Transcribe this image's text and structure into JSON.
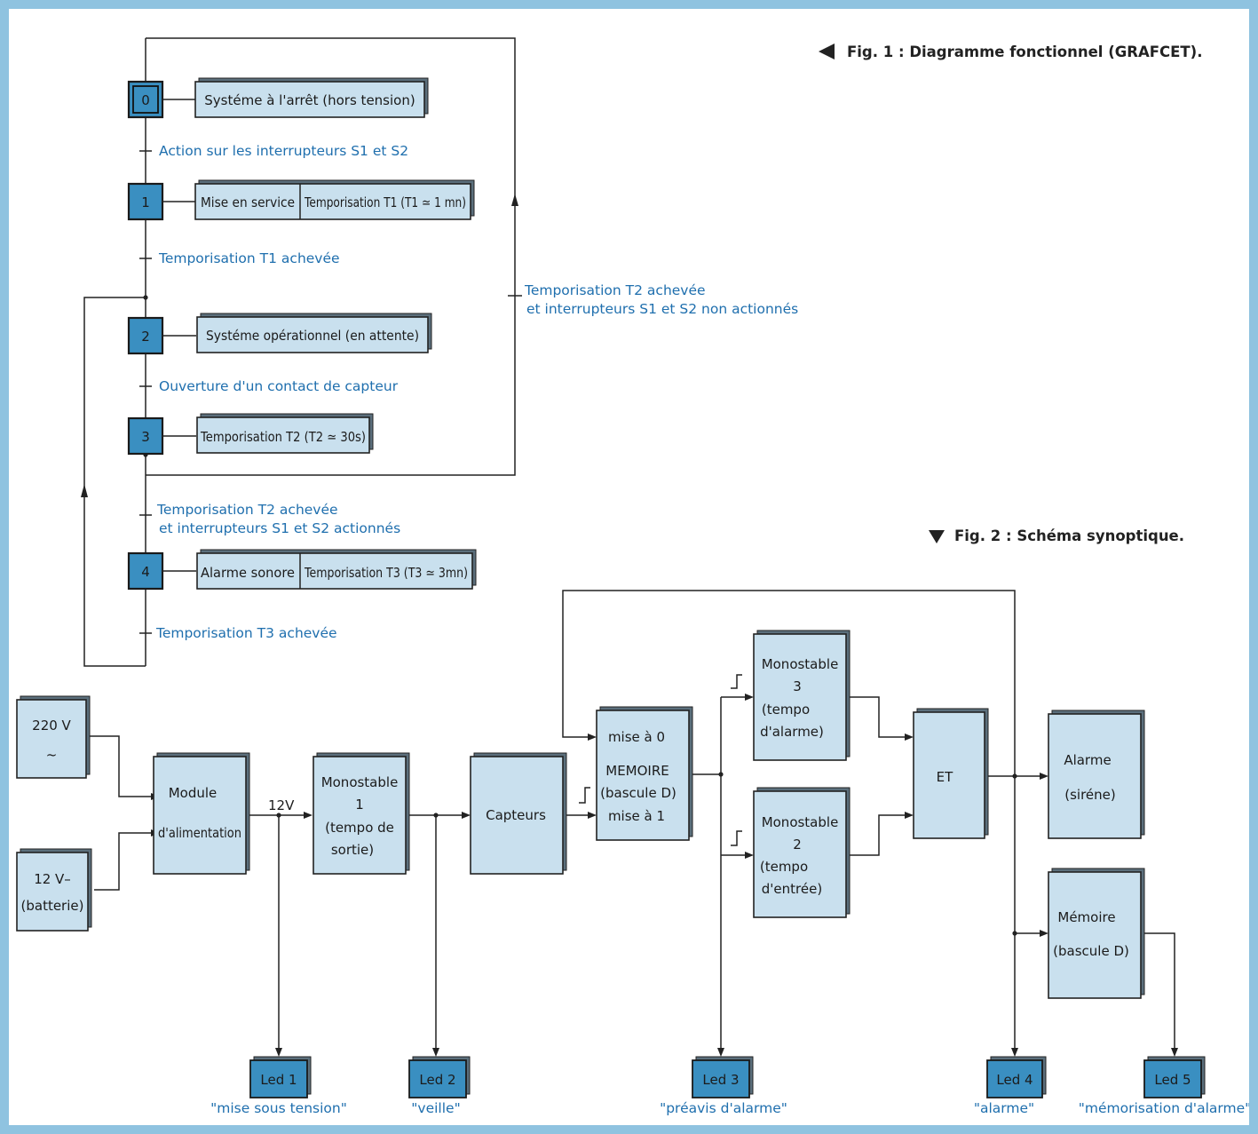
{
  "fig1": {
    "caption": "Fig. 1 : Diagramme fonctionnel (GRAFCET).",
    "steps": [
      {
        "num": "0",
        "actions": [
          "Systéme à l'arrêt (hors tension)"
        ]
      },
      {
        "num": "1",
        "actions": [
          "Mise en service",
          "Temporisation T1 (T1 ≃ 1 mn)"
        ]
      },
      {
        "num": "2",
        "actions": [
          "Systéme opérationnel (en attente)"
        ]
      },
      {
        "num": "3",
        "actions": [
          "Temporisation T2 (T2 ≃ 30s)"
        ]
      },
      {
        "num": "4",
        "actions": [
          "Alarme sonore",
          "Temporisation T3 (T3 ≃ 3mn)"
        ]
      }
    ],
    "transitions": [
      "Action sur les interrupteurs  S1 et S2",
      "Temporisation  T1 achevée",
      "Ouverture d'un contact de capteur",
      "Temporisation  T2 achevée",
      "et  interrupteurs S1 et S2 actionnés",
      "Temporisation T3 achevée"
    ],
    "loop_transition": [
      "Temporisation T2 achevée",
      "et interrupteurs  S1 et S2 non actionnés"
    ]
  },
  "fig2": {
    "caption": "Fig. 2 : Schéma synoptique.",
    "blocks": {
      "ac": [
        "220 V",
        "~"
      ],
      "batt": [
        "12 V–",
        "(batterie)"
      ],
      "psu": [
        "Module",
        "d'alimentation"
      ],
      "mono1": [
        "Monostable",
        "1",
        "(tempo de",
        "sortie)"
      ],
      "capteurs": [
        "Capteurs"
      ],
      "memoire": [
        "mise à   0",
        "MEMOIRE",
        "(bascule D)",
        "mise à   1"
      ],
      "mono3": [
        "Monostable",
        "3",
        "(tempo",
        "d'alarme)"
      ],
      "mono2": [
        "Monostable",
        "2",
        "(tempo",
        "d'entrée)"
      ],
      "et": [
        "ET"
      ],
      "alarme": [
        "Alarme",
        "(siréne)"
      ],
      "mem2": [
        "Mémoire",
        "(bascule D)"
      ]
    },
    "wire_label_12v": "12V",
    "leds": [
      {
        "label": "Led 1",
        "caption": "\"mise sous tension\""
      },
      {
        "label": "Led 2",
        "caption": "\"veille\""
      },
      {
        "label": "Led 3",
        "caption": "\"préavis d'alarme\""
      },
      {
        "label": "Led 4",
        "caption": "\"alarme\""
      },
      {
        "label": "Led 5",
        "caption": "\"mémorisation d'alarme\""
      }
    ]
  },
  "colors": {
    "frame": "#8fc3e0",
    "box": "#c9e0ee",
    "step": "#3a8fc1",
    "label_blue": "#1f6fae"
  }
}
